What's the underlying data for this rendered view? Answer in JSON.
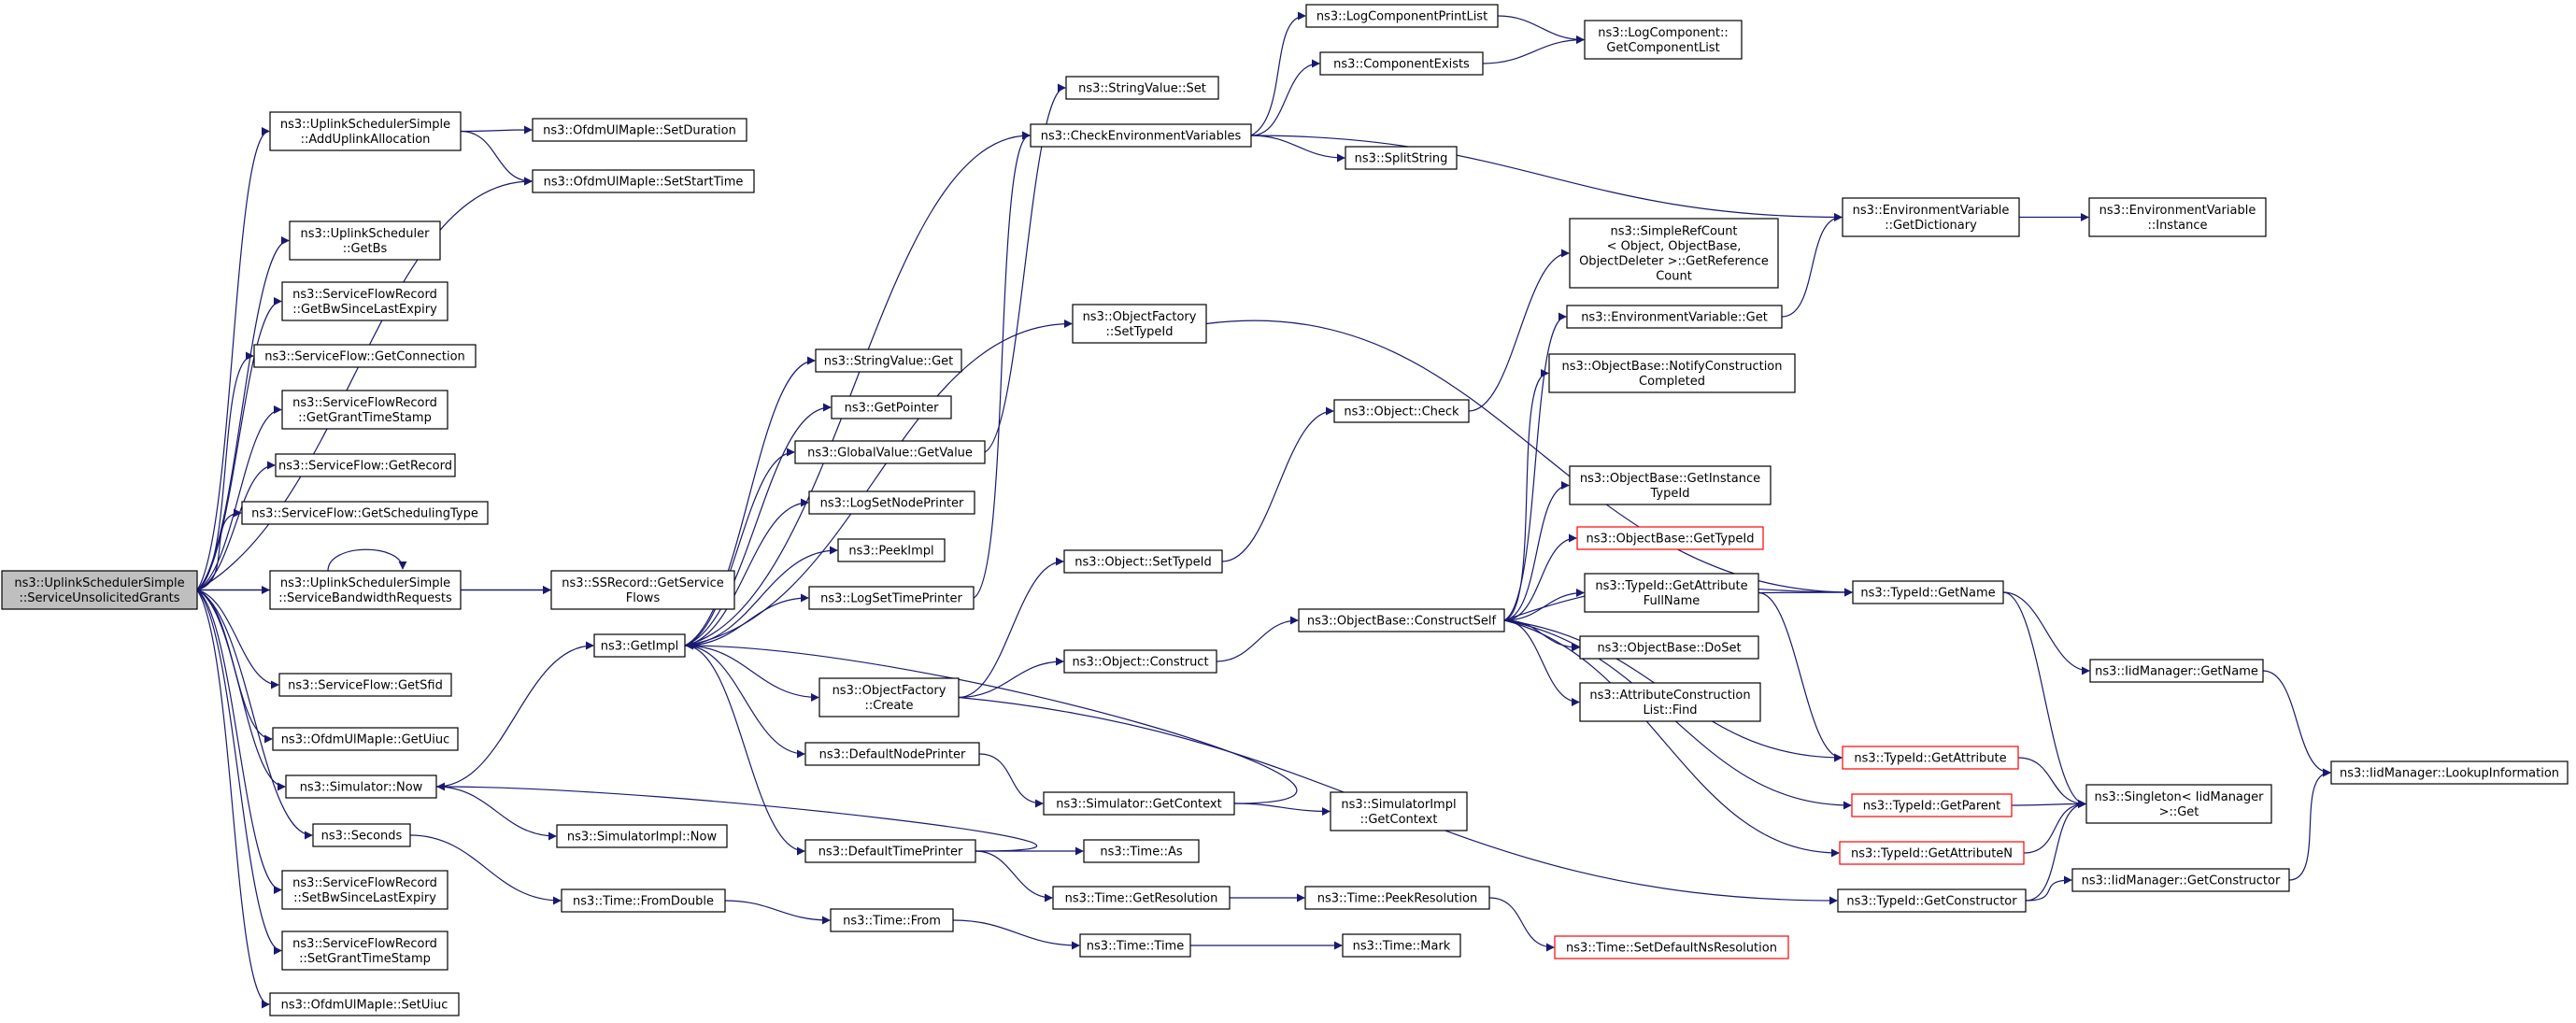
{
  "colors": {
    "edge": "#191970",
    "root_fill": "#bfbfbf",
    "border": "#000000",
    "warn_border": "#ff0000"
  },
  "nodes": {
    "root": {
      "lines": [
        "ns3::UplinkSchedulerSimple",
        "::ServiceUnsolicitedGrants"
      ]
    },
    "addUplink": {
      "lines": [
        "ns3::UplinkSchedulerSimple",
        "::AddUplinkAllocation"
      ]
    },
    "setDuration": {
      "lines": [
        "ns3::OfdmUlMapIe::SetDuration"
      ]
    },
    "setStartTime": {
      "lines": [
        "ns3::OfdmUlMapIe::SetStartTime"
      ]
    },
    "getBs": {
      "lines": [
        "ns3::UplinkScheduler",
        "::GetBs"
      ]
    },
    "getBwSince": {
      "lines": [
        "ns3::ServiceFlowRecord",
        "::GetBwSinceLastExpiry"
      ]
    },
    "getConnection": {
      "lines": [
        "ns3::ServiceFlow::GetConnection"
      ]
    },
    "getGrantTS": {
      "lines": [
        "ns3::ServiceFlowRecord",
        "::GetGrantTimeStamp"
      ]
    },
    "getRecord": {
      "lines": [
        "ns3::ServiceFlow::GetRecord"
      ]
    },
    "getSchedType": {
      "lines": [
        "ns3::ServiceFlow::GetSchedulingType"
      ]
    },
    "serviceBw": {
      "lines": [
        "ns3::UplinkSchedulerSimple",
        "::ServiceBandwidthRequests"
      ]
    },
    "ssGetSF": {
      "lines": [
        "ns3::SSRecord::GetService",
        "Flows"
      ]
    },
    "getSfid": {
      "lines": [
        "ns3::ServiceFlow::GetSfid"
      ]
    },
    "getUiuc": {
      "lines": [
        "ns3::OfdmUlMapIe::GetUiuc"
      ]
    },
    "simNow": {
      "lines": [
        "ns3::Simulator::Now"
      ]
    },
    "seconds": {
      "lines": [
        "ns3::Seconds"
      ]
    },
    "setBwSince": {
      "lines": [
        "ns3::ServiceFlowRecord",
        "::SetBwSinceLastExpiry"
      ]
    },
    "setGrantTS": {
      "lines": [
        "ns3::ServiceFlowRecord",
        "::SetGrantTimeStamp"
      ]
    },
    "setUiuc": {
      "lines": [
        "ns3::OfdmUlMapIe::SetUiuc"
      ]
    },
    "getImpl": {
      "lines": [
        "ns3::GetImpl"
      ]
    },
    "simImplNow": {
      "lines": [
        "ns3::SimulatorImpl::Now"
      ]
    },
    "fromDouble": {
      "lines": [
        "ns3::Time::FromDouble"
      ]
    },
    "strGet": {
      "lines": [
        "ns3::StringValue::Get"
      ]
    },
    "getPointer": {
      "lines": [
        "ns3::GetPointer"
      ]
    },
    "gvGetValue": {
      "lines": [
        "ns3::GlobalValue::GetValue"
      ]
    },
    "logSetNode": {
      "lines": [
        "ns3::LogSetNodePrinter"
      ]
    },
    "peekImpl": {
      "lines": [
        "ns3::PeekImpl"
      ]
    },
    "logSetTime": {
      "lines": [
        "ns3::LogSetTimePrinter"
      ]
    },
    "ofCreate": {
      "lines": [
        "ns3::ObjectFactory",
        "::Create"
      ]
    },
    "defNode": {
      "lines": [
        "ns3::DefaultNodePrinter"
      ]
    },
    "defTime": {
      "lines": [
        "ns3::DefaultTimePrinter"
      ]
    },
    "timeFrom": {
      "lines": [
        "ns3::Time::From"
      ]
    },
    "strSet": {
      "lines": [
        "ns3::StringValue::Set"
      ]
    },
    "checkEnv": {
      "lines": [
        "ns3::CheckEnvironmentVariables"
      ]
    },
    "ofSetTypeId": {
      "lines": [
        "ns3::ObjectFactory",
        "::SetTypeId"
      ]
    },
    "objSetTypeId": {
      "lines": [
        "ns3::Object::SetTypeId"
      ]
    },
    "objConstruct": {
      "lines": [
        "ns3::Object::Construct"
      ]
    },
    "simGetContext": {
      "lines": [
        "ns3::Simulator::GetContext"
      ]
    },
    "timeAs": {
      "lines": [
        "ns3::Time::As"
      ]
    },
    "timeGetRes": {
      "lines": [
        "ns3::Time::GetResolution"
      ]
    },
    "timeTime": {
      "lines": [
        "ns3::Time::Time"
      ]
    },
    "logCompPrint": {
      "lines": [
        "ns3::LogComponentPrintList"
      ]
    },
    "compExists": {
      "lines": [
        "ns3::ComponentExists"
      ]
    },
    "splitString": {
      "lines": [
        "ns3::SplitString"
      ]
    },
    "objCheck": {
      "lines": [
        "ns3::Object::Check"
      ]
    },
    "obConstructSelf": {
      "lines": [
        "ns3::ObjectBase::ConstructSelf"
      ]
    },
    "simImplGetContext": {
      "lines": [
        "ns3::SimulatorImpl",
        "::GetContext"
      ]
    },
    "peekRes": {
      "lines": [
        "ns3::Time::PeekResolution"
      ]
    },
    "timeMark": {
      "lines": [
        "ns3::Time::Mark"
      ]
    },
    "logCompGetList": {
      "lines": [
        "ns3::LogComponent::",
        "GetComponentList"
      ]
    },
    "simpleRef": {
      "lines": [
        "ns3::SimpleRefCount",
        "< Object, ObjectBase,",
        "ObjectDeleter >::GetReference",
        "Count"
      ]
    },
    "envVarGet": {
      "lines": [
        "ns3::EnvironmentVariable::Get"
      ]
    },
    "obNotify": {
      "lines": [
        "ns3::ObjectBase::NotifyConstruction",
        "Completed"
      ]
    },
    "obGetInstance": {
      "lines": [
        "ns3::ObjectBase::GetInstance",
        "TypeId"
      ]
    },
    "obGetTypeId": {
      "lines": [
        "ns3::ObjectBase::GetTypeId"
      ]
    },
    "tidGetAttrFull": {
      "lines": [
        "ns3::TypeId::GetAttribute",
        "FullName"
      ]
    },
    "obDoSet": {
      "lines": [
        "ns3::ObjectBase::DoSet"
      ]
    },
    "attrConstrFind": {
      "lines": [
        "ns3::AttributeConstruction",
        "List::Find"
      ]
    },
    "tidGetAttr": {
      "lines": [
        "ns3::TypeId::GetAttribute"
      ]
    },
    "tidGetParent": {
      "lines": [
        "ns3::TypeId::GetParent"
      ]
    },
    "tidGetAttrN": {
      "lines": [
        "ns3::TypeId::GetAttributeN"
      ]
    },
    "tidGetConstructor": {
      "lines": [
        "ns3::TypeId::GetConstructor"
      ]
    },
    "setDefaultNsRes": {
      "lines": [
        "ns3::Time::SetDefaultNsResolution"
      ]
    },
    "envGetDict": {
      "lines": [
        "ns3::EnvironmentVariable",
        "::GetDictionary"
      ]
    },
    "tidGetName": {
      "lines": [
        "ns3::TypeId::GetName"
      ]
    },
    "iidGetName": {
      "lines": [
        "ns3::IidManager::GetName"
      ]
    },
    "singletonGet": {
      "lines": [
        "ns3::Singleton< IidManager",
        ">::Get"
      ]
    },
    "iidGetConstructor": {
      "lines": [
        "ns3::IidManager::GetConstructor"
      ]
    },
    "envInstance": {
      "lines": [
        "ns3::EnvironmentVariable",
        "::Instance"
      ]
    },
    "iidLookup": {
      "lines": [
        "ns3::IidManager::LookupInformation"
      ]
    }
  }
}
